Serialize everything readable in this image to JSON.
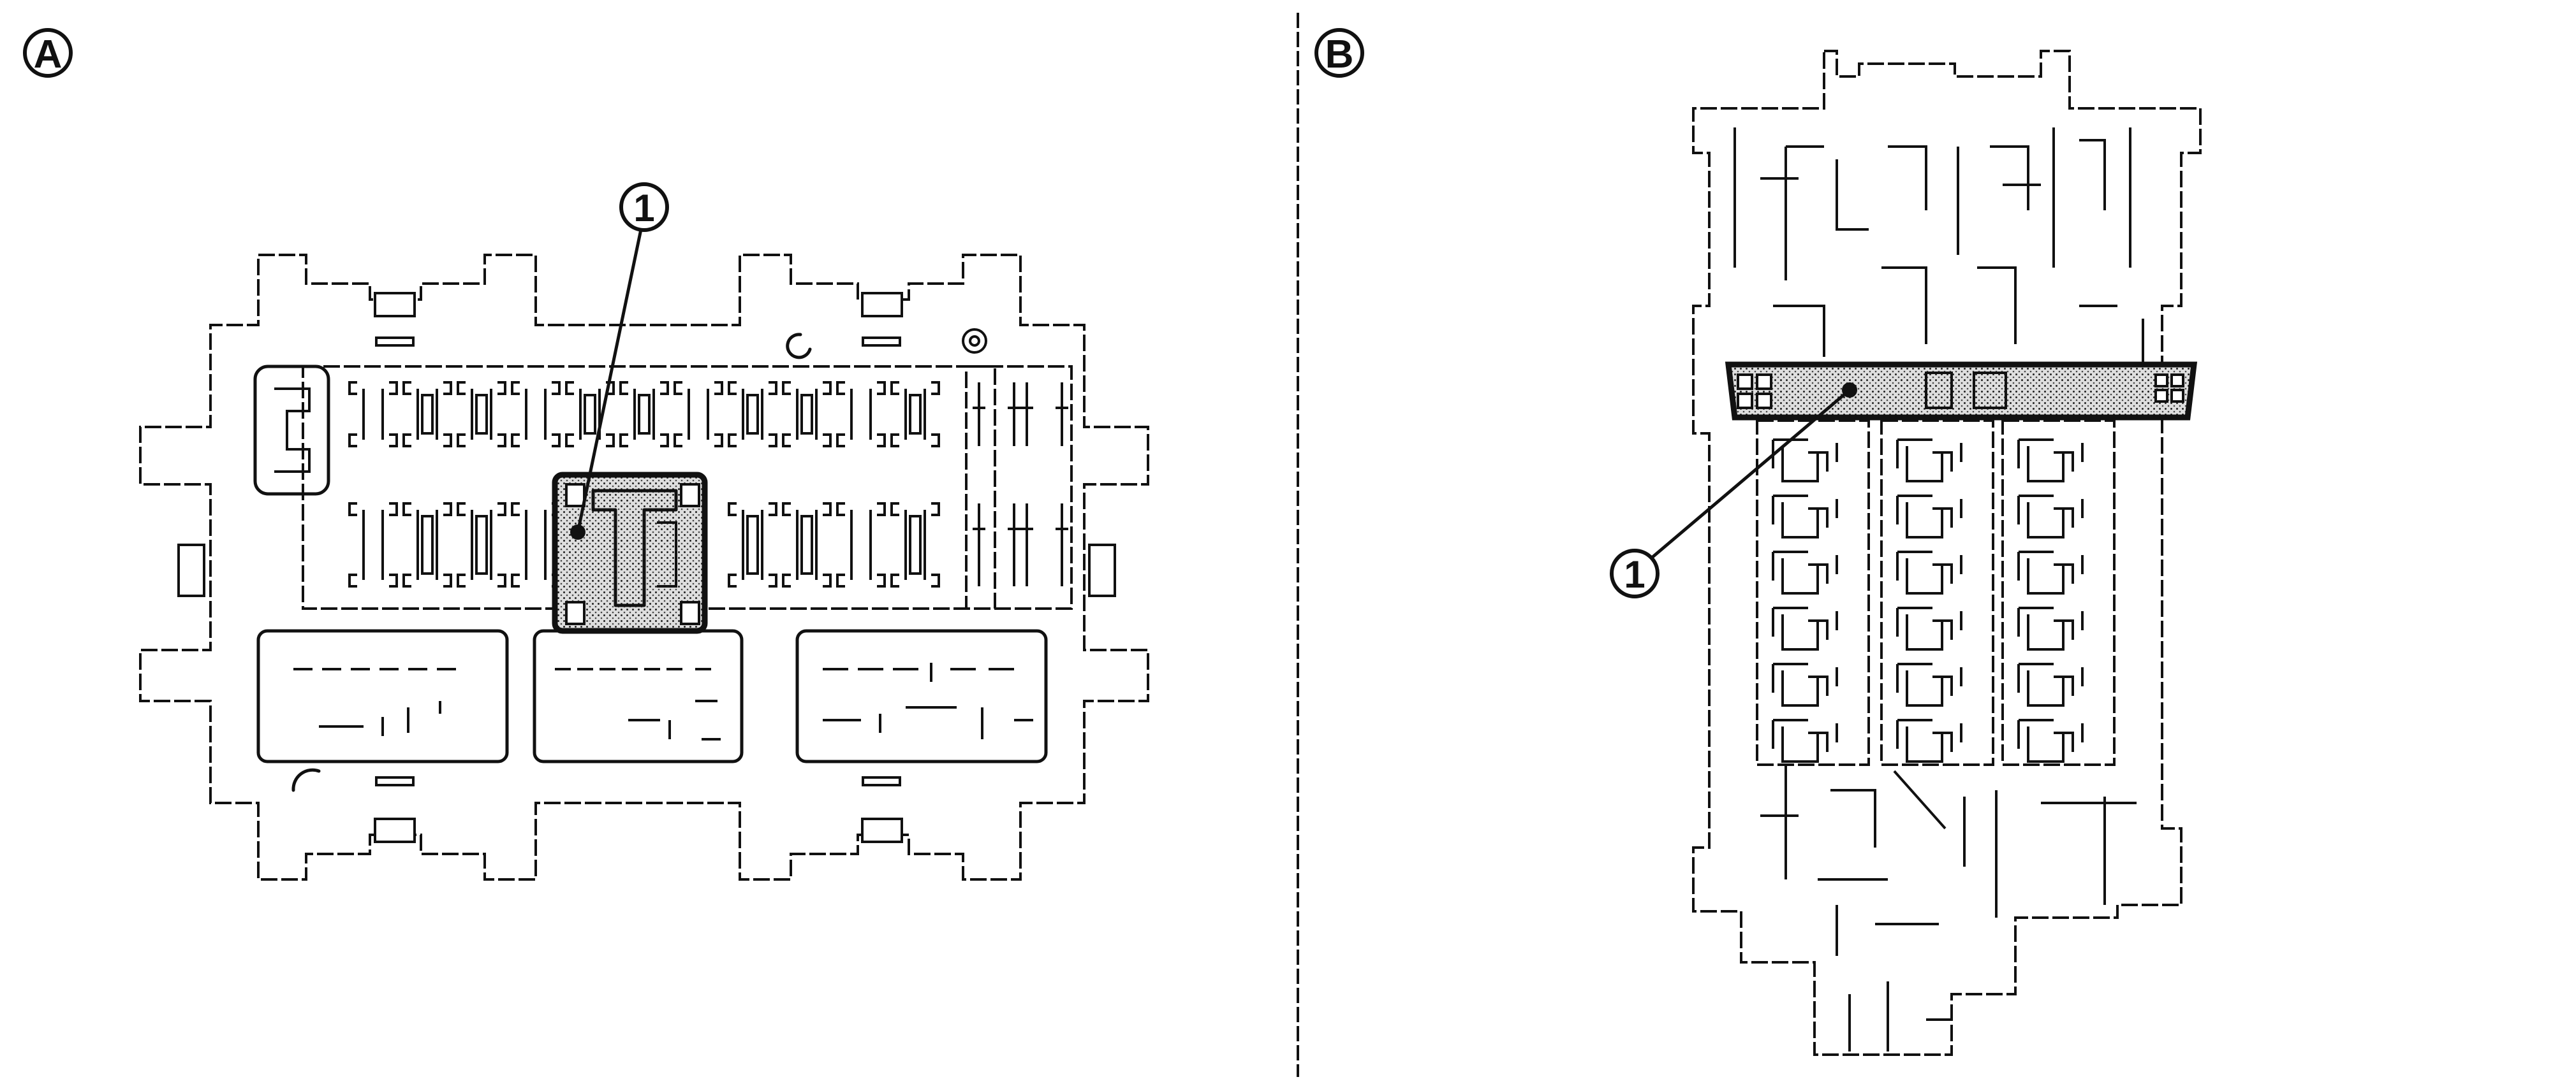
{
  "panel_a": {
    "label": "A",
    "callout": "1"
  },
  "panel_b": {
    "label": "B",
    "callout": "1"
  }
}
